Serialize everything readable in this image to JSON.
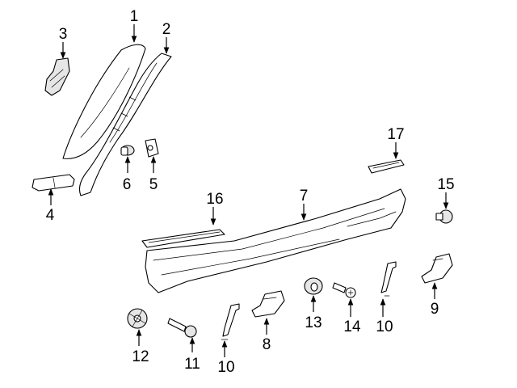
{
  "callouts": {
    "c1": "1",
    "c2": "2",
    "c3": "3",
    "c4": "4",
    "c5": "5",
    "c6": "6",
    "c7": "7",
    "c8": "8",
    "c9": "9",
    "c10a": "10",
    "c10b": "10",
    "c11": "11",
    "c12": "12",
    "c13": "13",
    "c14": "14",
    "c15": "15",
    "c16": "16",
    "c17": "17"
  },
  "colors": {
    "line": "#000000",
    "background": "#ffffff",
    "shade": "#e6e6e6"
  }
}
